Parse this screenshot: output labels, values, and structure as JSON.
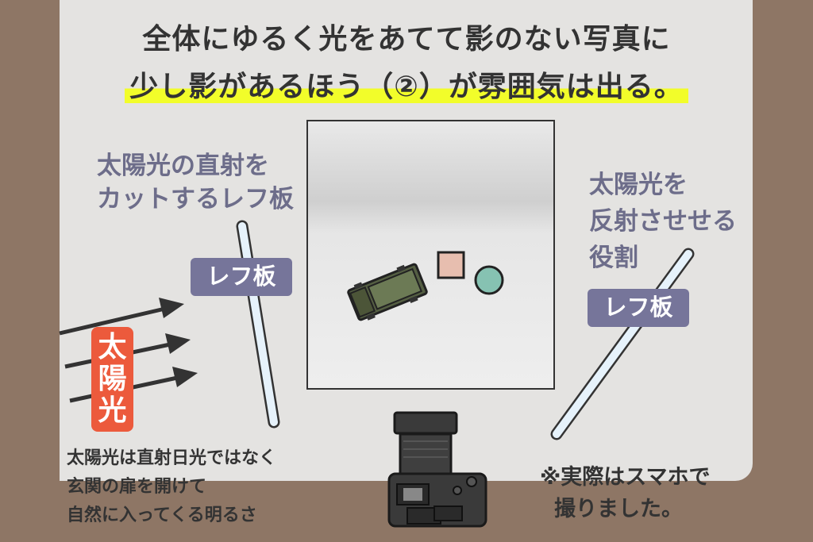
{
  "title": {
    "line1": "全体にゆるく光をあてて影のない写真に",
    "line2": "少し影があるほう（②）が雰囲気は出る。"
  },
  "left_reflector": {
    "caption_line1": "太陽光の直射を",
    "caption_line2": "カットするレフ板",
    "tag": "レフ板"
  },
  "right_reflector": {
    "caption_line1": "太陽光を",
    "caption_line2": "反射させせる",
    "caption_line3": "役割",
    "tag": "レフ板"
  },
  "sunlight": {
    "badge_chars": [
      "太",
      "陽",
      "光"
    ],
    "note_line1": "太陽光は直射日光ではなく",
    "note_line2": "玄関の扉を開けて",
    "note_line3": "自然に入ってくる明るさ"
  },
  "footnote": {
    "line1": "※実際はスマホで",
    "line2": "撮りました。"
  },
  "colors": {
    "background_frame": "#8e7665",
    "board": "#e4e3e1",
    "highlight": "#f2fd2a",
    "tag": "#76759a",
    "sun_badge": "#ec5a3c",
    "caption_text": "#6d6d8a",
    "reflector_bar": "#e6f2fb"
  },
  "icons": {
    "camera": "camera-icon",
    "toy_truck": "toy-truck-icon",
    "pink_block": "pink-block-icon",
    "green_circle": "green-circle-icon",
    "arrows": "arrow-icon"
  }
}
